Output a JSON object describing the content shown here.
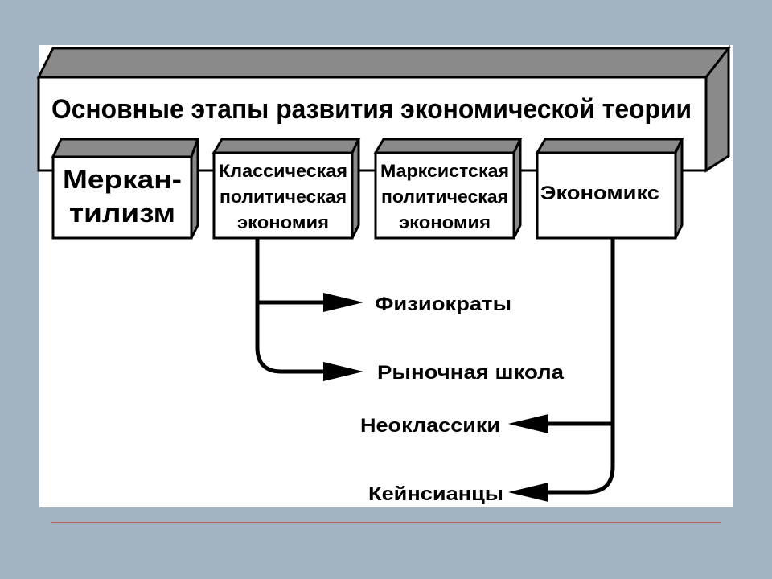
{
  "diagram": {
    "title": "Основные этапы развития экономической теории",
    "stages": [
      {
        "id": "mercantilism",
        "lines": [
          "Меркан-",
          "тилизм"
        ]
      },
      {
        "id": "classical",
        "lines": [
          "Классическая",
          "политическая",
          "экономия"
        ]
      },
      {
        "id": "marxist",
        "lines": [
          "Марксистская",
          "политическая",
          "экономия"
        ]
      },
      {
        "id": "economics",
        "lines": [
          "Экономикс"
        ]
      }
    ],
    "branches": {
      "physiocrats": "Физиократы",
      "market_school": "Рыночная школа",
      "neoclassics": "Неоклассики",
      "keynesians": "Кейнсианцы"
    }
  },
  "colors": {
    "background": "#a4b3c1",
    "slide": "#ffffff",
    "bar_shade": "#8a8a8a",
    "ink": "#000000",
    "rule": "#c06060"
  }
}
